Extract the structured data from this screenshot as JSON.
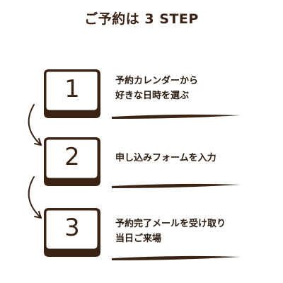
{
  "title": "ご予約は 3 STEP",
  "steps": [
    {
      "number": "1",
      "lines": [
        "予約カレンダーから",
        "好きな日時を選ぶ"
      ]
    },
    {
      "number": "2",
      "lines": [
        "申し込みフォームを入力"
      ]
    },
    {
      "number": "3",
      "lines": [
        "予約完了メールを受け取り",
        "当日ご来場"
      ]
    }
  ],
  "colors": {
    "ink": "#3b2314",
    "background": "#ffffff"
  }
}
